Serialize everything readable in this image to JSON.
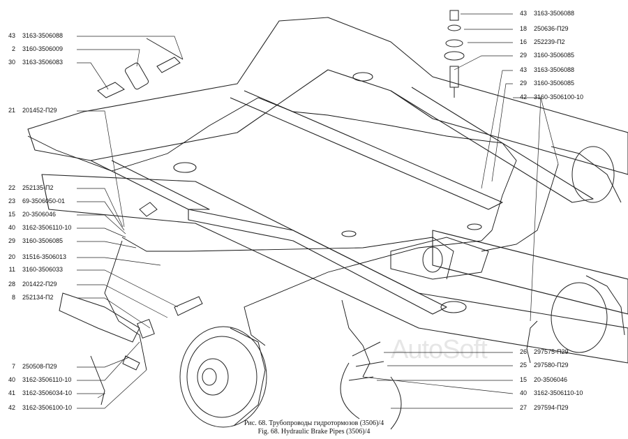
{
  "labels_left": [
    {
      "num": "43",
      "code": "3163-3506088"
    },
    {
      "num": "2",
      "code": "3160-3506009"
    },
    {
      "num": "30",
      "code": "3163-3506083"
    },
    {
      "num": "21",
      "code": "201452-П29"
    },
    {
      "num": "22",
      "code": "252135-П2"
    },
    {
      "num": "23",
      "code": "69-3506050-01"
    },
    {
      "num": "15",
      "code": "20-3506046"
    },
    {
      "num": "40",
      "code": "3162-3506110-10"
    },
    {
      "num": "29",
      "code": "3160-3506085"
    },
    {
      "num": "20",
      "code": "31516-3506013"
    },
    {
      "num": "11",
      "code": "3160-3506033"
    },
    {
      "num": "28",
      "code": "201422-П29"
    },
    {
      "num": "8",
      "code": "252134-П2"
    },
    {
      "num": "7",
      "code": "250508-П29"
    },
    {
      "num": "40",
      "code": "3162-3506110-10"
    },
    {
      "num": "41",
      "code": "3162-3506034-10"
    },
    {
      "num": "42",
      "code": "3162-3506100-10"
    }
  ],
  "labels_right": [
    {
      "num": "43",
      "code": "3163-3506088"
    },
    {
      "num": "18",
      "code": "250636-П29"
    },
    {
      "num": "16",
      "code": "252239-П2"
    },
    {
      "num": "29",
      "code": "3160-3506085"
    },
    {
      "num": "43",
      "code": "3163-3506088"
    },
    {
      "num": "29",
      "code": "3160-3506085"
    },
    {
      "num": "42",
      "code": "3160-3506100-10"
    },
    {
      "num": "26",
      "code": "297575-П29"
    },
    {
      "num": "25",
      "code": "297580-П29"
    },
    {
      "num": "15",
      "code": "20-3506046"
    },
    {
      "num": "40",
      "code": "3162-3506110-10"
    },
    {
      "num": "27",
      "code": "297594-П29"
    }
  ],
  "caption": {
    "ru": "Рис. 68. Трубопроводы гидротормозов (3506)/4",
    "en": "Fig. 68. Hydraulic Brake Pipes (3506)/4"
  },
  "watermark": "AutoSoft"
}
